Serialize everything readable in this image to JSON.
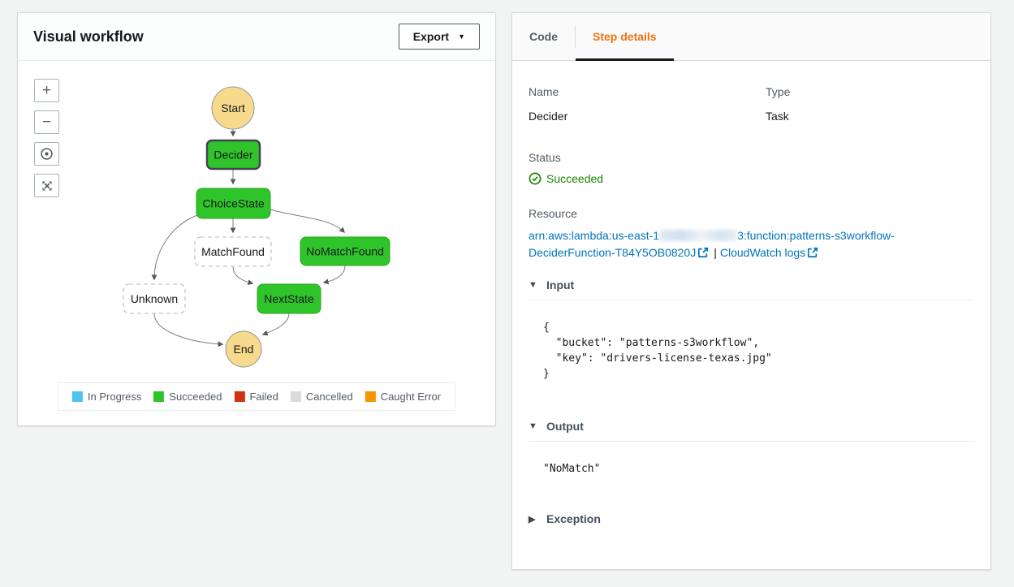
{
  "colors": {
    "page_bg": "#f2f3f3",
    "accent_orange": "#ec7211",
    "link_blue": "#0073bb",
    "status_green": "#1d8102",
    "node_succeeded_fill": "#2fc52a",
    "node_start_end_fill": "#f8da8c",
    "tab_underline": "#16191f"
  },
  "workflow_panel": {
    "title": "Visual workflow",
    "export_button": {
      "label": "Export",
      "caret": "▼"
    },
    "zoom_controls": {
      "zoom_in_glyph": "+",
      "zoom_out_glyph": "−",
      "icons": [
        "zoom-in-icon",
        "zoom-out-icon",
        "center-graph-icon",
        "fit-view-icon"
      ]
    },
    "graph": {
      "nodes": [
        {
          "id": "start",
          "label": "Start",
          "shape": "circle",
          "status": "start"
        },
        {
          "id": "decider",
          "label": "Decider",
          "shape": "rect",
          "status": "succeeded",
          "selected": true
        },
        {
          "id": "choicestate",
          "label": "ChoiceState",
          "shape": "rect",
          "status": "succeeded"
        },
        {
          "id": "matchfound",
          "label": "MatchFound",
          "shape": "rect",
          "status": "not-executed"
        },
        {
          "id": "nomatchfound",
          "label": "NoMatchFound",
          "shape": "rect",
          "status": "succeeded"
        },
        {
          "id": "unknown",
          "label": "Unknown",
          "shape": "rect",
          "status": "not-executed"
        },
        {
          "id": "nextstate",
          "label": "NextState",
          "shape": "rect",
          "status": "succeeded"
        },
        {
          "id": "end",
          "label": "End",
          "shape": "circle",
          "status": "end"
        }
      ],
      "edges": [
        "start->decider",
        "decider->choicestate",
        "choicestate->matchfound",
        "choicestate->nomatchfound",
        "choicestate->unknown",
        "matchfound->nextstate",
        "nomatchfound->nextstate",
        "nextstate->end",
        "unknown->end"
      ]
    },
    "legend": [
      {
        "label": "In Progress",
        "color": "#4fc3ec"
      },
      {
        "label": "Succeeded",
        "color": "#2fc52a"
      },
      {
        "label": "Failed",
        "color": "#d13212"
      },
      {
        "label": "Cancelled",
        "color": "#d8dadc"
      },
      {
        "label": "Caught Error",
        "color": "#f79400"
      }
    ]
  },
  "details_panel": {
    "tabs": [
      {
        "label": "Code",
        "active": false
      },
      {
        "label": "Step details",
        "active": true
      }
    ],
    "fields": [
      {
        "label": "Name",
        "value": "Decider"
      },
      {
        "label": "Type",
        "value": "Task"
      }
    ],
    "status": {
      "label": "Status",
      "value": "Succeeded"
    },
    "resource": {
      "label": "Resource",
      "arn_line1_prefix": "arn:aws:lambda:us-east-1",
      "arn_line1_suffix": "3:function:patterns-s3workflow-",
      "arn_line2": "DeciderFunction-T84Y5OB0820J",
      "separator": "|",
      "cloudwatch_label": "CloudWatch logs"
    },
    "sections": [
      {
        "title": "Input",
        "caret": "▼",
        "expanded": true,
        "content": "{\n  \"bucket\": \"patterns-s3workflow\",\n  \"key\": \"drivers-license-texas.jpg\"\n}"
      },
      {
        "title": "Output",
        "caret": "▼",
        "expanded": true,
        "content": "\"NoMatch\""
      },
      {
        "title": "Exception",
        "caret": "▶",
        "expanded": false,
        "content": ""
      }
    ]
  }
}
